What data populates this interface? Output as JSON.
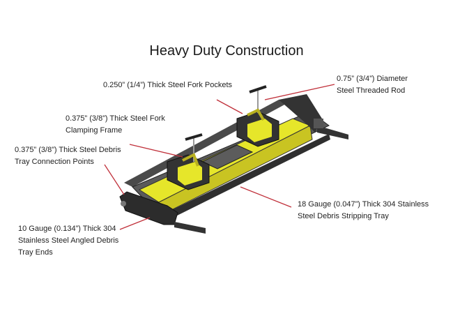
{
  "title": "Heavy Duty Construction",
  "callouts": {
    "fork_pockets": [
      "0.250” (1/4”) Thick Steel Fork Pockets"
    ],
    "threaded_rod": [
      "0.75” (3/4”) Diameter",
      "Steel Threaded Rod"
    ],
    "clamping_frame": [
      "0.375” (3/8”) Thick Steel Fork",
      "Clamping Frame"
    ],
    "connection_points": [
      "0.375” (3/8”) Thick Steel Debris",
      "Tray Connection Points"
    ],
    "stripping_tray": [
      "18 Gauge (0.047”) Thick 304 Stainless",
      "Steel Debris Stripping Tray"
    ],
    "tray_ends": [
      "10 Gauge (0.134”) Thick 304",
      "Stainless Steel Angled Debris",
      "Tray Ends"
    ]
  },
  "colors": {
    "arrow": "#c0303a",
    "yellow": "#e6e62a",
    "steel": "#3c3c3c"
  }
}
